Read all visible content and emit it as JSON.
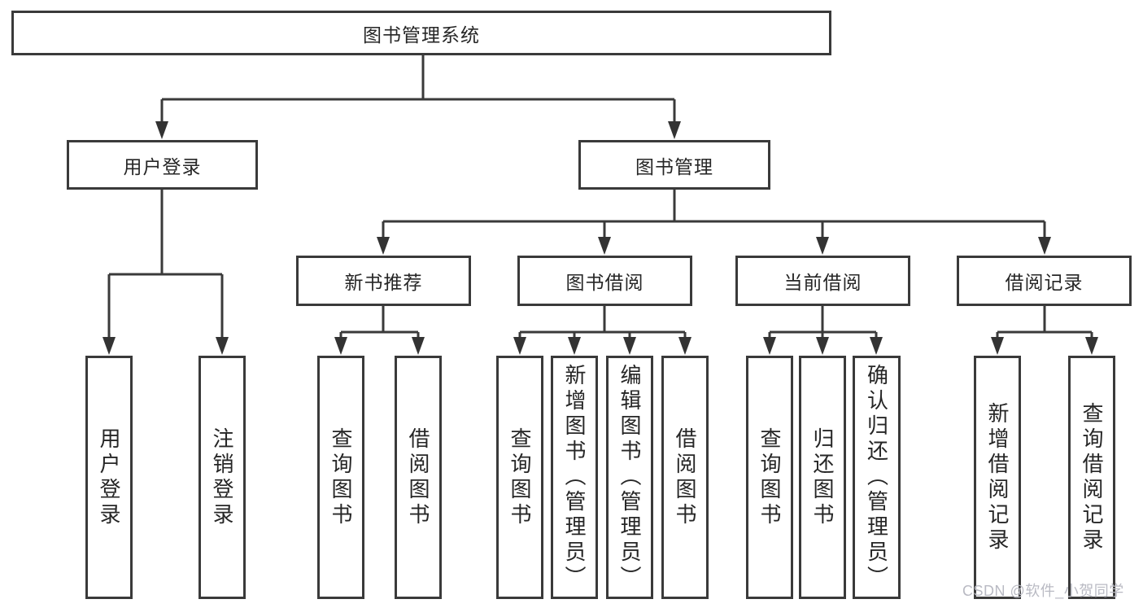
{
  "diagram": {
    "root": {
      "label": "图书管理系统"
    },
    "branches": [
      {
        "label": "用户登录",
        "children": [
          {
            "label": "用户登录"
          },
          {
            "label": "注销登录"
          }
        ]
      },
      {
        "label": "图书管理",
        "groups": [
          {
            "label": "新书推荐",
            "children": [
              {
                "label": "查询图书"
              },
              {
                "label": "借阅图书"
              }
            ]
          },
          {
            "label": "图书借阅",
            "children": [
              {
                "label": "查询图书"
              },
              {
                "label": "新增图书（管理员）"
              },
              {
                "label": "编辑图书（管理员）"
              },
              {
                "label": "借阅图书"
              }
            ]
          },
          {
            "label": "当前借阅",
            "children": [
              {
                "label": "查询图书"
              },
              {
                "label": "归还图书"
              },
              {
                "label": "确认归还（管理员）"
              }
            ]
          },
          {
            "label": "借阅记录",
            "children": [
              {
                "label": "新增借阅记录"
              },
              {
                "label": "查询借阅记录"
              }
            ]
          }
        ]
      }
    ],
    "watermark": "CSDN @软件_小贺同学",
    "colors": {
      "line": "#3a3a3a",
      "text": "#262626",
      "background": "#ffffff",
      "watermark_text": "#b9bac3"
    }
  }
}
